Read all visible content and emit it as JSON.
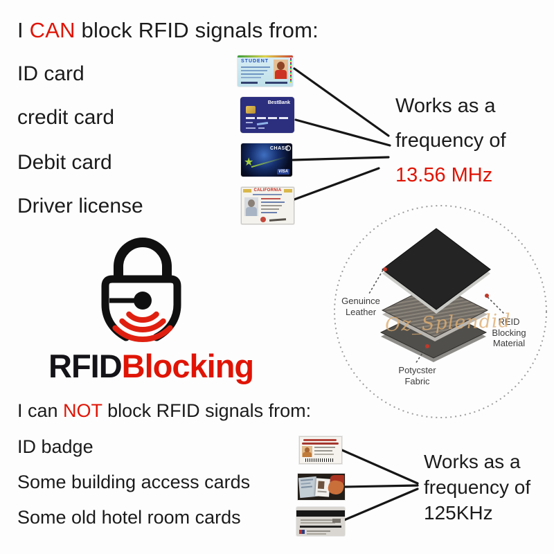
{
  "colors": {
    "accent_red": "#e01405",
    "text_black": "#1b1b1b"
  },
  "can_section": {
    "title_prefix": "I ",
    "title_highlight": "CAN",
    "title_suffix": " block RFID signals from:",
    "items": [
      "ID card",
      "credit card",
      "Debit card",
      "Driver license"
    ],
    "works_line1": "Works as a",
    "works_line2": "frequency of",
    "frequency_value": "13.56 MHz",
    "cards": {
      "student_id": {
        "header": "STUDENT"
      },
      "credit": {
        "bank": "BestBank"
      },
      "debit": {
        "bank": "CHASE",
        "network": "VISA"
      },
      "license": {
        "state": "CALIFORNIA"
      }
    }
  },
  "logo": {
    "black_text": "RFID",
    "red_text": "Blocking"
  },
  "material_diagram": {
    "label_top_layer": "Genuince Leather",
    "label_middle_layer": "REID Blocking Material",
    "label_bottom_layer": "Potycster Fabric",
    "watermark": "Oz_Splendid"
  },
  "cannot_section": {
    "title_prefix": "I can ",
    "title_highlight": "NOT",
    "title_suffix": " block RFID signals from:",
    "items": [
      "ID badge",
      "Some building access cards",
      "Some old hotel room cards"
    ],
    "works_line1": "Works as a",
    "works_line2": "frequency of",
    "frequency_value": "125KHz"
  }
}
